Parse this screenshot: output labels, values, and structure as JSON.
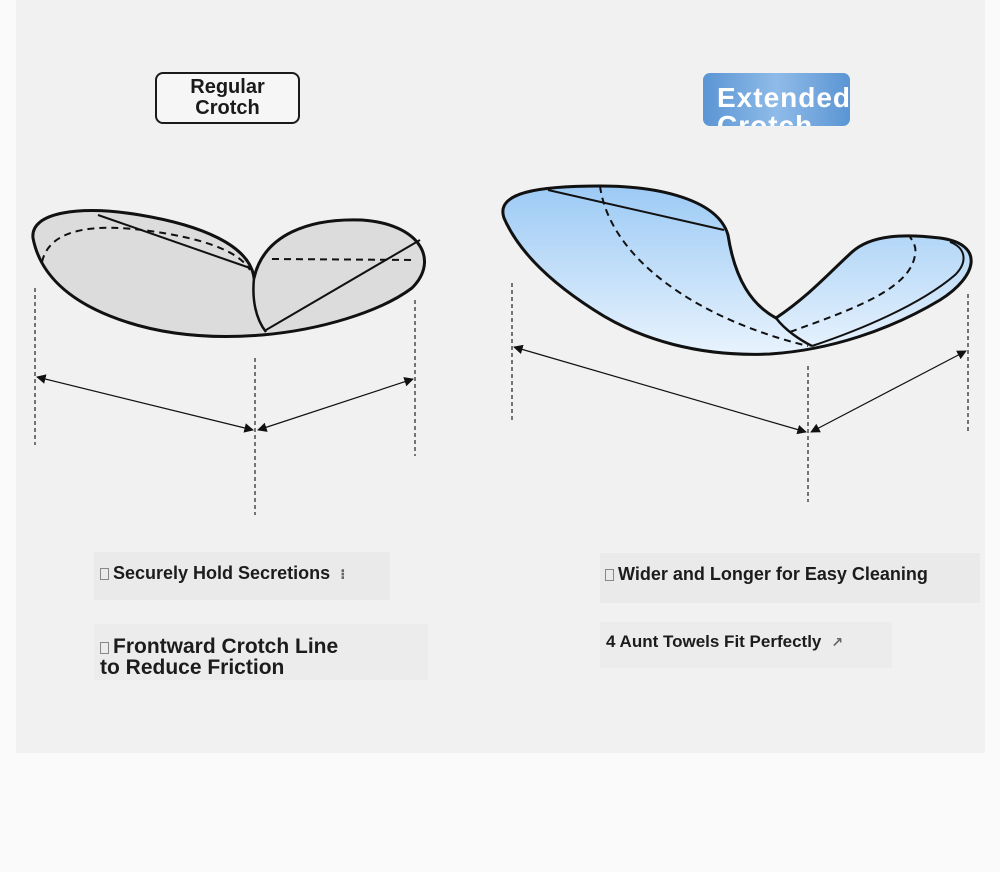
{
  "badges": {
    "regular": "Regular\nCrotch",
    "extended": "Extended\nCrotch"
  },
  "features": {
    "left": [
      {
        "text": "Securely Hold Secretions",
        "icon": "checkbox-icon"
      },
      {
        "text": "Frontward Crotch Line\n to Reduce Friction",
        "icon": "checkbox-icon"
      }
    ],
    "right": [
      {
        "text": "Wider and Longer for Easy Cleaning",
        "icon": "checkbox-icon"
      },
      {
        "text": "4 Aunt Towels Fit Perfectly",
        "icon": "arrow-icon"
      }
    ]
  },
  "colors": {
    "panel": "#f1f1f1",
    "regular_fill": "#dcdcdc",
    "extended_fill_top": "#9ccaf5",
    "extended_fill_bottom": "#e6f2fc",
    "badge_blue": "#5b95d4",
    "outline": "#111111"
  }
}
